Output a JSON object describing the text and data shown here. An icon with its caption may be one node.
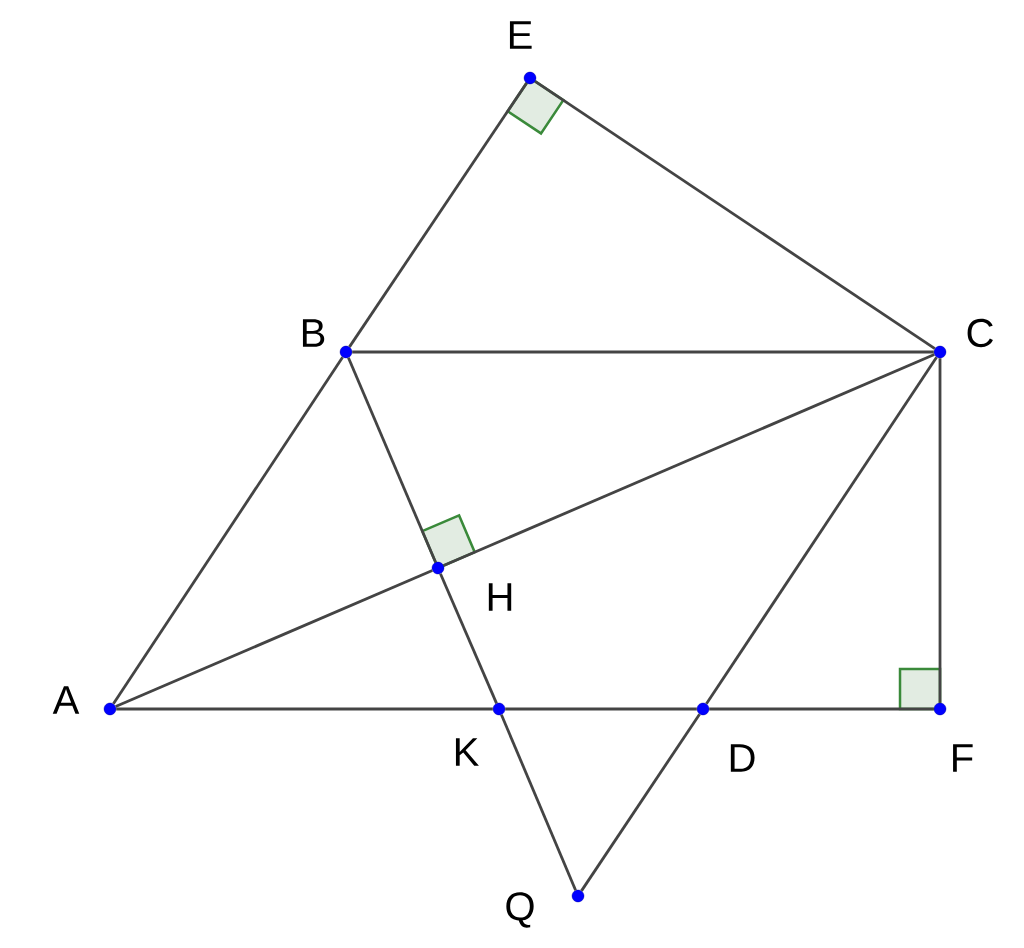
{
  "diagram": {
    "nodes": [
      {
        "text": [
          "E"
        ]
      },
      {
        "text": [
          "B"
        ]
      },
      {
        "text": [
          "C"
        ]
      },
      {
        "text": [
          "H"
        ]
      },
      {
        "text": [
          "A"
        ]
      },
      {
        "text": [
          "K"
        ]
      },
      {
        "text": [
          "D"
        ]
      },
      {
        "text": [
          "F"
        ]
      },
      {
        "text": [
          "Q"
        ]
      }
    ],
    "edges": [
      {
        "from": 0,
        "to": 1,
        "arrow": "none"
      },
      {
        "from": 0,
        "to": 2,
        "arrow": "none"
      },
      {
        "from": 1,
        "to": 2,
        "arrow": "none"
      },
      {
        "from": 1,
        "to": 4,
        "arrow": "none"
      },
      {
        "from": 1,
        "to": 3,
        "arrow": "none"
      },
      {
        "from": 3,
        "to": 5,
        "arrow": "none"
      },
      {
        "from": 5,
        "to": 8,
        "arrow": "none"
      },
      {
        "from": 4,
        "to": 3,
        "arrow": "none"
      },
      {
        "from": 3,
        "to": 2,
        "arrow": "none"
      },
      {
        "from": 4,
        "to": 5,
        "arrow": "none"
      },
      {
        "from": 5,
        "to": 6,
        "arrow": "none"
      },
      {
        "from": 6,
        "to": 7,
        "arrow": "none"
      },
      {
        "from": 2,
        "to": 6,
        "arrow": "none"
      },
      {
        "from": 6,
        "to": 8,
        "arrow": "none"
      },
      {
        "from": 2,
        "to": 7,
        "arrow": "none"
      }
    ]
  }
}
